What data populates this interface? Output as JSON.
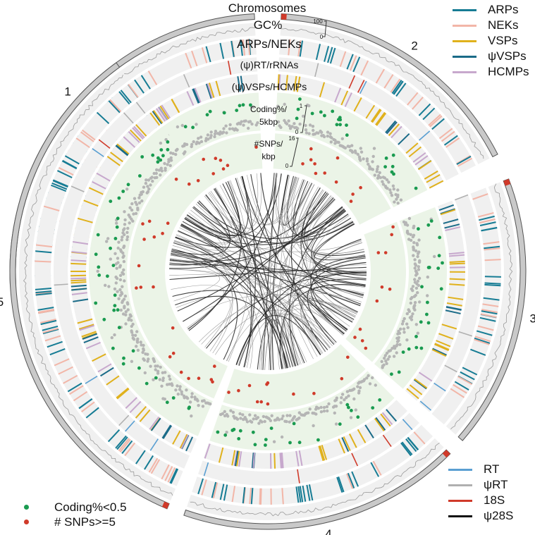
{
  "track_labels": {
    "chromosomes": "Chromosomes",
    "gc": "GC%",
    "arps_neks": "ARPs/NEKs",
    "rt_rrnas": "(ψ)RT/rRNAs",
    "vsps_hcmps": "(ψ)VSPs/HCMPs",
    "coding_line1": "Coding%/",
    "coding_line2": "5kbp",
    "snps_line1": "#SNPs/",
    "snps_line2": "kbp"
  },
  "axis_ticks": {
    "gc_max": "100",
    "gc_min": "0",
    "coding_max": "1",
    "coding_min": "0",
    "snps_max": "16",
    "snps_min": "0"
  },
  "chromosomes": [
    {
      "label": "1",
      "start_deg": -93,
      "end_deg": -3
    },
    {
      "label": "2",
      "start_deg": 3,
      "end_deg": 63
    },
    {
      "label": "3",
      "start_deg": 69,
      "end_deg": 131
    },
    {
      "label": "4",
      "start_deg": 135,
      "end_deg": 199
    },
    {
      "label": "5",
      "start_deg": 203,
      "end_deg": 324
    }
  ],
  "legend_gene_families": [
    {
      "label": "ARPs",
      "color": "#167c94"
    },
    {
      "label": "NEKs",
      "color": "#f2b6a8"
    },
    {
      "label": "VSPs",
      "color": "#e0b11c"
    },
    {
      "label": "ψVSPs",
      "color": "#1a6b88"
    },
    {
      "label": "HCMPs",
      "color": "#c7a8cd"
    }
  ],
  "legend_repeats": [
    {
      "label": "RT",
      "color": "#5a9fd2"
    },
    {
      "label": "ψRT",
      "color": "#b0b0b0"
    },
    {
      "label": "18S",
      "color": "#d03a2a"
    },
    {
      "label": "ψ28S",
      "color": "#111111"
    }
  ],
  "legend_points": [
    {
      "label": "Coding%<0.5",
      "color": "#1a9b50"
    },
    {
      "label": "# SNPs>=5",
      "color": "#d03a2a"
    }
  ],
  "colors": {
    "chromosome_fill": "#c9c9c9",
    "track_bg": "#f0f0f0",
    "gc_line": "#9a9a9a",
    "coding_points": "#b5b5b5",
    "coding_highlight": "#1a9b50",
    "snp_bg": "#ebf4e7",
    "snp_points": "#d03a2a",
    "links": "#222222"
  }
}
